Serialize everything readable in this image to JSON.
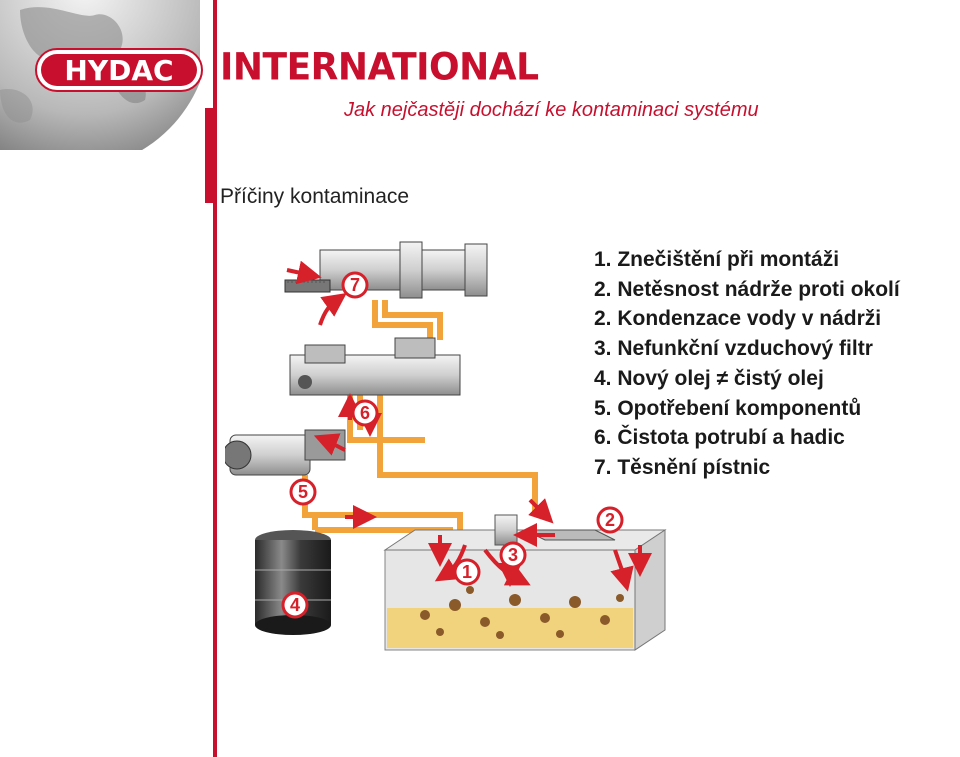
{
  "header": {
    "logo_text": "HYDAC",
    "brand_suffix": "INTERNATIONAL",
    "subtitle": "Jak nejčastěji dochází ke kontaminaci systému",
    "accent_color": "#c8102e"
  },
  "section": {
    "title": "Příčiny kontaminace"
  },
  "causes": [
    "1. Znečištění při montáži",
    "2. Netěsnost nádrže proti okolí",
    "2. Kondenzace vody v nádrži",
    "3. Nefunkční vzduchový filtr",
    "4. Nový olej ≠ čistý olej",
    "5. Opotřebení komponentů",
    "6. Čistota potrubí a hadic",
    "7. Těsnění pístnic"
  ],
  "diagram": {
    "markers": [
      "7",
      "6",
      "5",
      "4",
      "1",
      "3",
      "2"
    ],
    "pipe_color": "#f2a33a",
    "arrow_color": "#d6202a"
  }
}
